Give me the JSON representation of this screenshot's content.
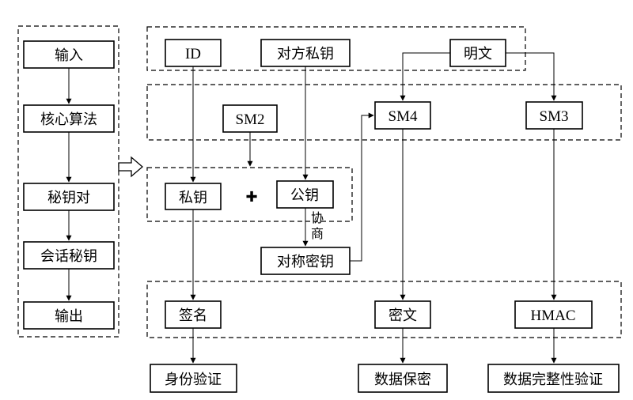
{
  "left_column": {
    "input": "输入",
    "core_algorithm": "核心算法",
    "key_pair": "秘钥对",
    "session_key": "会话秘钥",
    "output": "输出"
  },
  "inputs": {
    "id": "ID",
    "peer_private_key": "对方私钥",
    "plaintext": "明文"
  },
  "algorithms": {
    "sm2": "SM2",
    "sm4": "SM4",
    "sm3": "SM3"
  },
  "keys": {
    "private_key": "私钥",
    "public_key": "公钥",
    "plus_symbol": "✚",
    "negotiate_1": "协",
    "negotiate_2": "商",
    "symmetric_key": "对称密钥"
  },
  "outputs": {
    "signature": "签名",
    "ciphertext": "密文",
    "hmac": "HMAC"
  },
  "results": {
    "identity_verification": "身份验证",
    "data_confidentiality": "数据保密",
    "data_integrity_verification": "数据完整性验证"
  }
}
